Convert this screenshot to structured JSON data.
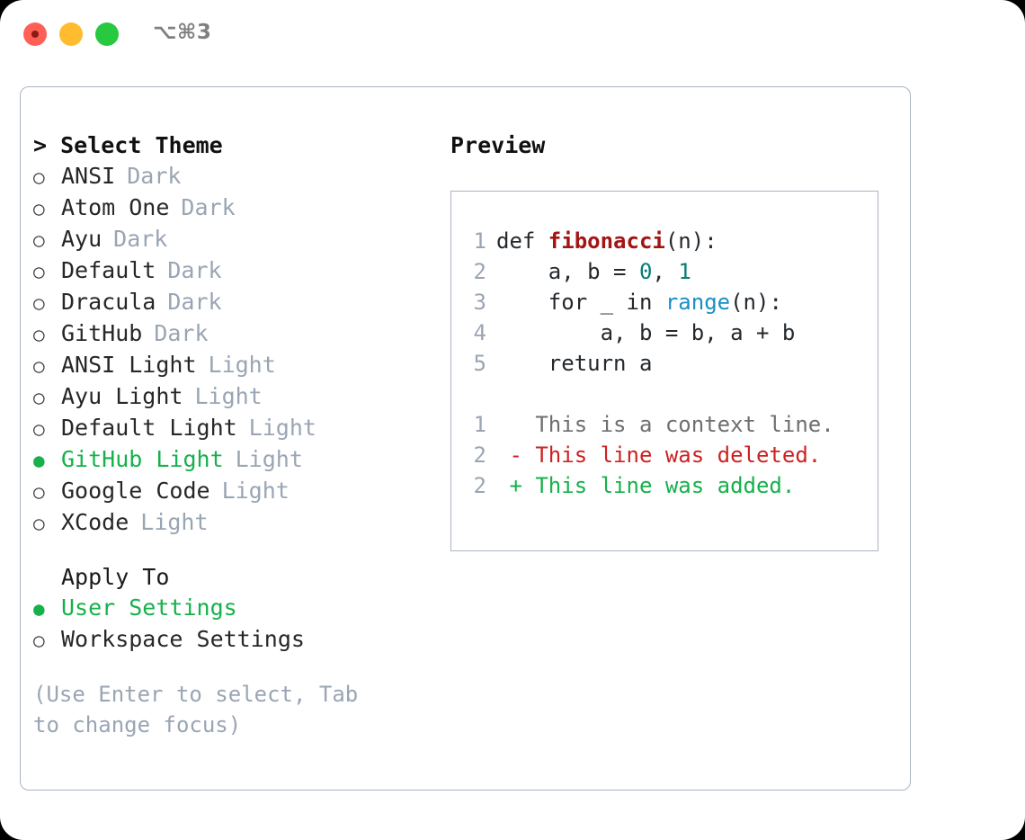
{
  "titlebar": {
    "shortcut": "⌥⌘3",
    "lights": [
      {
        "name": "close-button",
        "color": "#ff5f57"
      },
      {
        "name": "minimize-button",
        "color": "#febc2e"
      },
      {
        "name": "maximize-button",
        "color": "#28c840"
      }
    ]
  },
  "theme_panel": {
    "heading": "> Select Theme",
    "themes": [
      {
        "bullet": "○",
        "label": "ANSI",
        "badge": "Dark",
        "selected": false
      },
      {
        "bullet": "○",
        "label": "Atom One",
        "badge": "Dark",
        "selected": false
      },
      {
        "bullet": "○",
        "label": "Ayu",
        "badge": "Dark",
        "selected": false
      },
      {
        "bullet": "○",
        "label": "Default",
        "badge": "Dark",
        "selected": false
      },
      {
        "bullet": "○",
        "label": "Dracula",
        "badge": "Dark",
        "selected": false
      },
      {
        "bullet": "○",
        "label": "GitHub",
        "badge": "Dark",
        "selected": false
      },
      {
        "bullet": "○",
        "label": "ANSI Light",
        "badge": "Light",
        "selected": false
      },
      {
        "bullet": "○",
        "label": "Ayu Light",
        "badge": "Light",
        "selected": false
      },
      {
        "bullet": "○",
        "label": "Default Light",
        "badge": "Light",
        "selected": false
      },
      {
        "bullet": "●",
        "label": "GitHub Light",
        "badge": "Light",
        "selected": true
      },
      {
        "bullet": "○",
        "label": "Google Code",
        "badge": "Light",
        "selected": false
      },
      {
        "bullet": "○",
        "label": "XCode",
        "badge": "Light",
        "selected": false
      }
    ]
  },
  "apply_to": {
    "heading": "Apply To",
    "options": [
      {
        "bullet": "●",
        "label": "User Settings",
        "selected": true
      },
      {
        "bullet": "○",
        "label": "Workspace Settings",
        "selected": false
      }
    ]
  },
  "hint": "(Use Enter to select, Tab to change focus)",
  "preview": {
    "title": "Preview",
    "code": [
      {
        "ln": "1",
        "tokens": [
          {
            "t": "def ",
            "c": "tok-def"
          },
          {
            "t": "fibonacci",
            "c": "tok-fn"
          },
          {
            "t": "(n):",
            "c": "tok-plain"
          }
        ]
      },
      {
        "ln": "2",
        "tokens": [
          {
            "t": "    a, b = ",
            "c": "tok-plain"
          },
          {
            "t": "0",
            "c": "tok-num"
          },
          {
            "t": ", ",
            "c": "tok-plain"
          },
          {
            "t": "1",
            "c": "tok-num"
          }
        ]
      },
      {
        "ln": "3",
        "tokens": [
          {
            "t": "    for _ in ",
            "c": "tok-plain"
          },
          {
            "t": "range",
            "c": "tok-builtin"
          },
          {
            "t": "(n):",
            "c": "tok-plain"
          }
        ]
      },
      {
        "ln": "4",
        "tokens": [
          {
            "t": "        a, b = b, a + b",
            "c": "tok-plain"
          }
        ]
      },
      {
        "ln": "5",
        "tokens": [
          {
            "t": "    return a",
            "c": "tok-plain"
          }
        ]
      }
    ],
    "diff": [
      {
        "ln": "1",
        "text": "   This is a context line.",
        "kind": "diff-ctx"
      },
      {
        "ln": "2",
        "text": " - This line was deleted.",
        "kind": "diff-del"
      },
      {
        "ln": "2",
        "text": " + This line was added.",
        "kind": "diff-add"
      }
    ]
  },
  "colors": {
    "accent_green": "#16b14b",
    "muted": "#9aa5b4",
    "border": "#aab4c2",
    "diff_delete": "#cc2222",
    "diff_add": "#16b14b",
    "fn_name": "#a31515",
    "builtin": "#1a8fc4",
    "number": "#067d77"
  }
}
